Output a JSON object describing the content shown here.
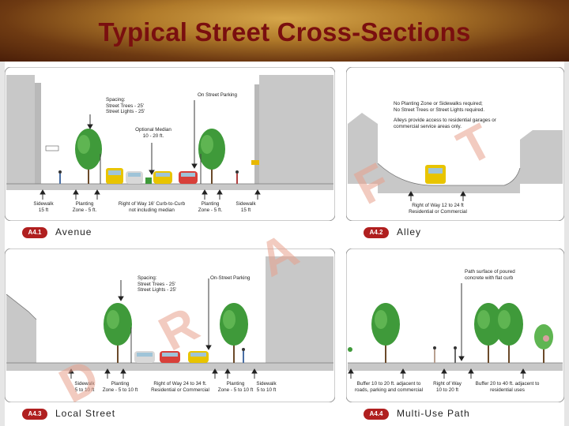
{
  "slide": {
    "title": "Typical Street Cross-Sections"
  },
  "watermark": [
    "D",
    "R",
    "A",
    "F",
    "T"
  ],
  "panels": {
    "avenue": {
      "badge": "A4.1",
      "name": "Avenue",
      "callouts": {
        "spacing": "Spacing:",
        "trees": "Street Trees - 25'",
        "lights": "Street Lights - 25'",
        "parking": "On Street Parking",
        "median": "Optional Median",
        "median_width": "10 - 20 ft."
      },
      "dims": {
        "sidewalk_l": [
          "Sidewalk",
          "15 ft"
        ],
        "planting_l": [
          "Planting",
          "Zone - 5 ft."
        ],
        "row": [
          "Right of Way 16' Curb-to-Curb",
          "not including median"
        ],
        "planting_r": [
          "Planting",
          "Zone - 5 ft."
        ],
        "sidewalk_r": [
          "Sidewalk",
          "15 ft"
        ]
      }
    },
    "alley": {
      "badge": "A4.2",
      "name": "Alley",
      "notes": [
        "No Planting Zone or Sidewalks required;",
        "No Street Trees or Street Lights required.",
        "",
        "Alleys provide access to residential garages or",
        "commercial service areas only."
      ],
      "dims": {
        "row": [
          "Right of Way 12 to 24 ft",
          "Residential or Commercial"
        ]
      }
    },
    "local": {
      "badge": "A4.3",
      "name": "Local Street",
      "callouts": {
        "spacing": "Spacing:",
        "trees": "Street Trees - 25'",
        "lights": "Street Lights - 25'",
        "parking": "On-Street Parking"
      },
      "dims": {
        "sidewalk_l": [
          "Sidewalk",
          "5 to 10 ft"
        ],
        "planting_l": [
          "Planting",
          "Zone - 5 to 10 ft"
        ],
        "row": [
          "Right of Way 24 to 34 ft.",
          "Residential or Commercial"
        ],
        "planting_r": [
          "Planting",
          "Zone - 5 to 10 ft"
        ],
        "sidewalk_r": [
          "Sidewalk",
          "5 to 10 ft"
        ]
      }
    },
    "multiuse": {
      "badge": "A4.4",
      "name": "Multi-Use Path",
      "callouts": {
        "path": [
          "Path surface of poured",
          "concrete with flat curb"
        ]
      },
      "dims": {
        "buffer_l": [
          "Buffer 10 to 20 ft. adjacent to",
          "roads, parking and commercial"
        ],
        "row": [
          "Right of Way",
          "10 to 20 ft"
        ],
        "buffer_r": [
          "Buffer 20 to 40 ft. adjacent to",
          "residential uses"
        ]
      }
    }
  },
  "colors": {
    "title": "#7a0f0f",
    "badge": "#b01f1f",
    "building": "#c8c8c8",
    "tree": "#3f9a3a",
    "watermark": "#e8a08c"
  }
}
